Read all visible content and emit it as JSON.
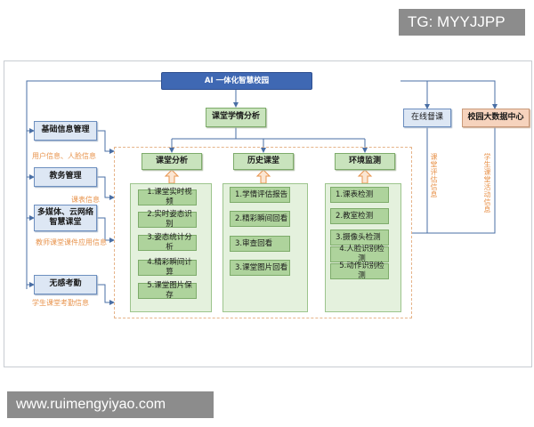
{
  "watermarks": {
    "top": "TG: MYYJJPP",
    "bottom": "www.ruimengyiyao.com"
  },
  "diagram": {
    "top_title": "AI 一体化智慧校园",
    "center_title": "课堂学情分析",
    "online_supervision": "在线督课",
    "big_data_center": "校园大数据中心",
    "left_modules": [
      {
        "label": "基础信息管理",
        "note": "用户信息、人脸信息"
      },
      {
        "label": "教务管理",
        "note": "课表信息"
      },
      {
        "label": "多媒体、云网络\n智慧课堂",
        "note": "教师课堂课件应用信息"
      },
      {
        "label": "无感考勤",
        "note": "学生课堂考勤信息"
      }
    ],
    "columns": [
      {
        "title": "课堂分析",
        "items": [
          "1.课堂实时视频",
          "2.实时姿态识别",
          "3.姿态统计分析",
          "4.精彩瞬间计算",
          "5.课堂图片保存"
        ]
      },
      {
        "title": "历史课堂",
        "items": [
          "1.学情评估报告",
          "2.精彩瞬间回看",
          "3.审查回看",
          "3.课堂图片回看"
        ]
      },
      {
        "title": "环境监测",
        "items": [
          "1.课表检测",
          "2.教室检测",
          "3.摄像头检测",
          "4.人脸识别检测",
          "5.动作识别检测"
        ]
      }
    ],
    "vertical_notes": {
      "supervision": "课堂评估信息",
      "bigdata": "学生课堂活动信息"
    },
    "colors": {
      "top_bar": "#3f68b3",
      "blue_box": "#dde7f4",
      "green_box": "#c9e3bd",
      "big_data": "#f6d3bd",
      "accent_orange": "#e8944e",
      "connector": "#4a6fa5"
    }
  }
}
